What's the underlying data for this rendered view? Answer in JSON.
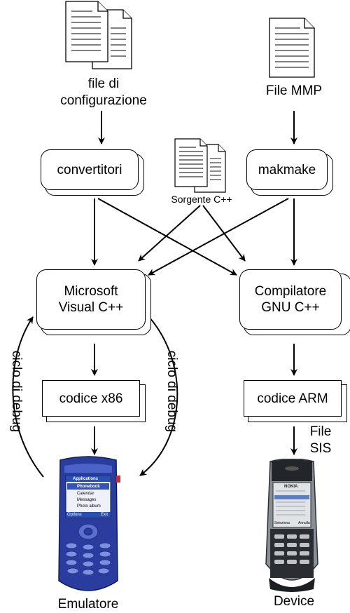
{
  "nodes": {
    "config_file": "file di\nconfigurazione",
    "mmp_file": "File MMP",
    "convertitori": "convertitori",
    "makmake": "makmake",
    "sorgente": "Sorgente C++",
    "msvc": "Microsoft\nVisual C++",
    "gnu": "Compilatore\nGNU C++",
    "x86": "codice x86",
    "arm": "codice ARM",
    "sis": "File\nSIS",
    "emulatore": "Emulatore",
    "device": "Device",
    "debug_left": "ciclo di debug",
    "debug_right": "ciclo di debug"
  },
  "emulator_screen": {
    "title": "Applications",
    "items": [
      "Phonebook",
      "Calendar",
      "Messages",
      "Photo album"
    ],
    "soft_left": "Options",
    "soft_right": "Exit"
  },
  "device_screen": {
    "brand": "NOKIA",
    "soft_left": "Seleziona",
    "soft_right": "Annulla"
  }
}
